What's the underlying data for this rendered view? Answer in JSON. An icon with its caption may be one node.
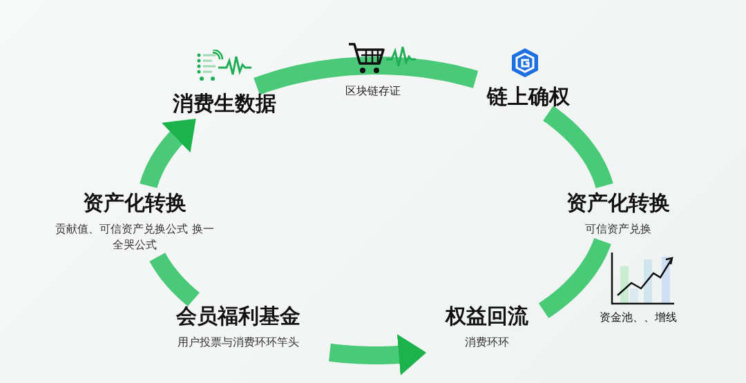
{
  "diagram": {
    "nodes": [
      {
        "text": [
          "消费生数据"
        ]
      },
      {
        "text": [
          "链上确权"
        ]
      },
      {
        "text": [
          "资产化转换",
          "可信资产兑换"
        ]
      },
      {
        "text": [
          "权益回流",
          "消费环环"
        ]
      },
      {
        "text": [
          "会员福利基金",
          "用户投票与消费环环竿头"
        ]
      },
      {
        "text": [
          "资产化转换",
          "贡献值、可信资产兑换公式 换一全哭公式"
        ]
      }
    ],
    "edges": [
      {
        "from": 0,
        "to": 1,
        "arrow": "none",
        "label": "区块链存证"
      },
      {
        "from": 1,
        "to": 2,
        "arrow": "none"
      },
      {
        "from": 2,
        "to": 3,
        "arrow": "none"
      },
      {
        "from": 4,
        "to": 3,
        "arrow": "to"
      },
      {
        "from": 4,
        "to": 5,
        "arrow": "none"
      },
      {
        "from": 5,
        "to": 0,
        "arrow": "to"
      }
    ],
    "labels": [
      "资金池、、增线"
    ]
  }
}
